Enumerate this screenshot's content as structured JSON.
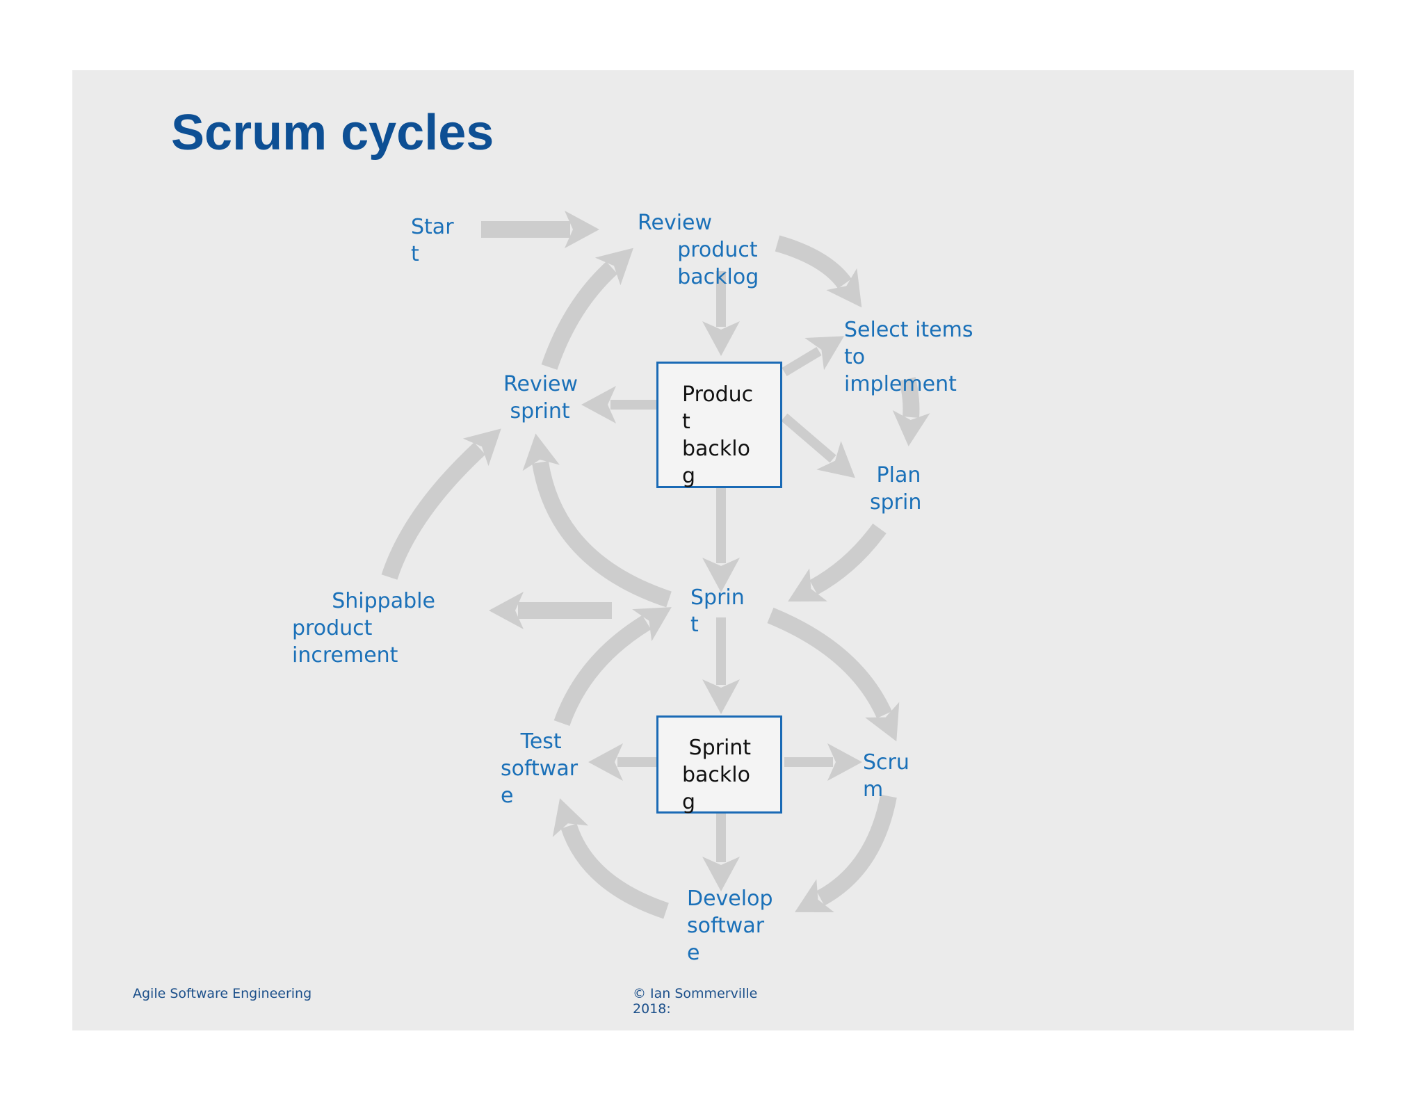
{
  "slide": {
    "title": "Scrum cycles",
    "footer_left": "Agile Software Engineering",
    "footer_right": "© Ian Sommerville\n2018:"
  },
  "nodes": {
    "start": "Star\nt",
    "review_product_backlog": "Review\n      product\n      backlog",
    "select_items": "Select items\nto\nimplement",
    "plan_sprint": " Plan\nsprin\nt",
    "review_sprint": "Review\n sprint",
    "product_backlog": "Produc\nt\nbacklo\ng",
    "sprint": "Sprin\nt",
    "shippable_increment": "      Shippable\nproduct\nincrement",
    "test_software": "   Test\nsoftwar\ne",
    "sprint_backlog": " Sprint\nbacklo\ng",
    "scrum": "Scru\nm",
    "develop_software": "Develop\nsoftwar\ne"
  },
  "colors": {
    "title": "#0d4f94",
    "label": "#1a70b8",
    "box_border": "#1a6ab5",
    "arrow": "#cdcdcd",
    "slide_bg": "#ebebeb"
  }
}
